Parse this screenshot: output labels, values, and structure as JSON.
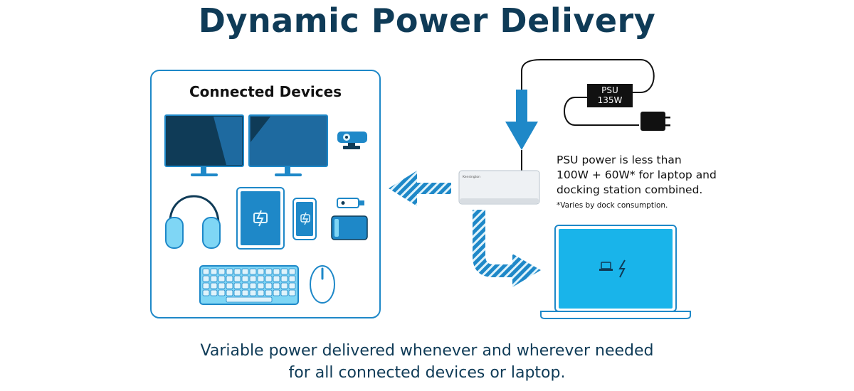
{
  "title": "Dynamic Power Delivery",
  "connected_devices": {
    "heading": "Connected Devices",
    "icons": [
      "monitor-icon",
      "monitor-icon",
      "webcam-icon",
      "headphones-icon",
      "tablet-icon",
      "phone-icon",
      "usb-drive-icon",
      "portable-drive-icon",
      "keyboard-icon",
      "mouse-icon"
    ]
  },
  "dock": {
    "brand": "Kensington"
  },
  "psu": {
    "line1": "PSU",
    "line2": "135W"
  },
  "note": {
    "line1": "PSU power is less than",
    "line2": "100W + 60W* for laptop and",
    "line3": "docking station combined.",
    "footnote": "*Varies by dock consumption."
  },
  "caption": {
    "line1": "Variable power delivered whenever and wherever needed",
    "line2": "for all connected devices or laptop."
  },
  "colors": {
    "navy": "#0f3b57",
    "accent": "#1e88c8",
    "cyan": "#19b4ea",
    "light": "#dff3fb"
  }
}
